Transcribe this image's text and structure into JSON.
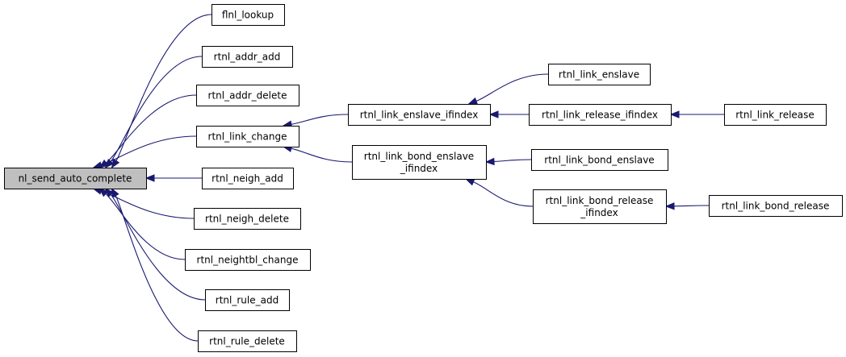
{
  "diagram": {
    "nodes": [
      {
        "id": "nl_send_auto_complete",
        "lines": [
          "nl_send_auto_complete"
        ],
        "focus": true
      },
      {
        "id": "flnl_lookup",
        "lines": [
          "flnl_lookup"
        ]
      },
      {
        "id": "rtnl_addr_add",
        "lines": [
          "rtnl_addr_add"
        ]
      },
      {
        "id": "rtnl_addr_delete",
        "lines": [
          "rtnl_addr_delete"
        ]
      },
      {
        "id": "rtnl_link_change",
        "lines": [
          "rtnl_link_change"
        ]
      },
      {
        "id": "rtnl_neigh_add",
        "lines": [
          "rtnl_neigh_add"
        ]
      },
      {
        "id": "rtnl_neigh_delete",
        "lines": [
          "rtnl_neigh_delete"
        ]
      },
      {
        "id": "rtnl_neightbl_change",
        "lines": [
          "rtnl_neightbl_change"
        ]
      },
      {
        "id": "rtnl_rule_add",
        "lines": [
          "rtnl_rule_add"
        ]
      },
      {
        "id": "rtnl_rule_delete",
        "lines": [
          "rtnl_rule_delete"
        ]
      },
      {
        "id": "rtnl_link_enslave_ifindex",
        "lines": [
          "rtnl_link_enslave_ifindex"
        ]
      },
      {
        "id": "rtnl_link_bond_enslave_ifindex",
        "lines": [
          "rtnl_link_bond_enslave",
          "_ifindex"
        ]
      },
      {
        "id": "rtnl_link_enslave",
        "lines": [
          "rtnl_link_enslave"
        ]
      },
      {
        "id": "rtnl_link_release_ifindex",
        "lines": [
          "rtnl_link_release_ifindex"
        ]
      },
      {
        "id": "rtnl_link_bond_enslave",
        "lines": [
          "rtnl_link_bond_enslave"
        ]
      },
      {
        "id": "rtnl_link_bond_release_ifindex",
        "lines": [
          "rtnl_link_bond_release",
          "_ifindex"
        ]
      },
      {
        "id": "rtnl_link_release",
        "lines": [
          "rtnl_link_release"
        ]
      },
      {
        "id": "rtnl_link_bond_release",
        "lines": [
          "rtnl_link_bond_release"
        ]
      }
    ],
    "edges": [
      {
        "from": "flnl_lookup",
        "to": "nl_send_auto_complete"
      },
      {
        "from": "rtnl_addr_add",
        "to": "nl_send_auto_complete"
      },
      {
        "from": "rtnl_addr_delete",
        "to": "nl_send_auto_complete"
      },
      {
        "from": "rtnl_link_change",
        "to": "nl_send_auto_complete"
      },
      {
        "from": "rtnl_neigh_add",
        "to": "nl_send_auto_complete"
      },
      {
        "from": "rtnl_neigh_delete",
        "to": "nl_send_auto_complete"
      },
      {
        "from": "rtnl_neightbl_change",
        "to": "nl_send_auto_complete"
      },
      {
        "from": "rtnl_rule_add",
        "to": "nl_send_auto_complete"
      },
      {
        "from": "rtnl_rule_delete",
        "to": "nl_send_auto_complete"
      },
      {
        "from": "rtnl_link_enslave_ifindex",
        "to": "rtnl_link_change"
      },
      {
        "from": "rtnl_link_bond_enslave_ifindex",
        "to": "rtnl_link_change"
      },
      {
        "from": "rtnl_link_enslave",
        "to": "rtnl_link_enslave_ifindex"
      },
      {
        "from": "rtnl_link_release_ifindex",
        "to": "rtnl_link_enslave_ifindex"
      },
      {
        "from": "rtnl_link_bond_enslave",
        "to": "rtnl_link_bond_enslave_ifindex"
      },
      {
        "from": "rtnl_link_bond_release_ifindex",
        "to": "rtnl_link_bond_enslave_ifindex"
      },
      {
        "from": "rtnl_link_release",
        "to": "rtnl_link_release_ifindex"
      },
      {
        "from": "rtnl_link_bond_release",
        "to": "rtnl_link_bond_release_ifindex"
      }
    ],
    "colors": {
      "edge": "#191970",
      "focus_fill": "#bfbfbf",
      "node_fill": "#ffffff",
      "border": "#000000"
    }
  }
}
